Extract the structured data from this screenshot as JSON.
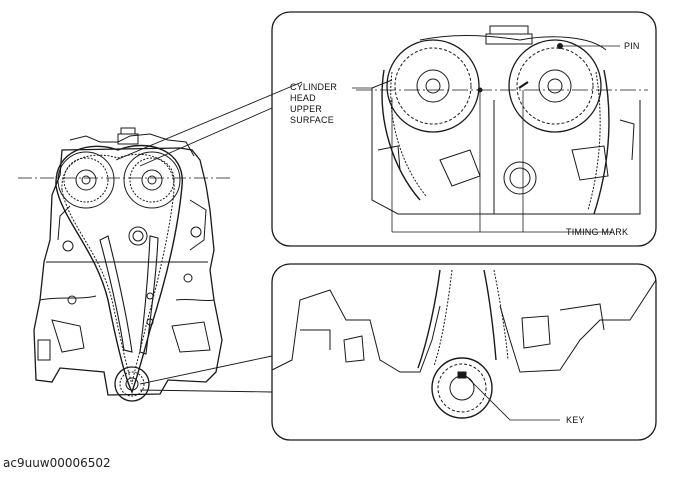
{
  "labels": {
    "pin": "PIN",
    "cylinder_head_upper_surface": [
      "CYLINDER",
      "HEAD",
      "UPPER",
      "SURFACE"
    ],
    "timing_mark": "TIMING MARK",
    "key": "KEY"
  },
  "figure_code": "ac9uuw00006502",
  "colors": {
    "line": "#1a1a1a",
    "background": "#ffffff"
  }
}
